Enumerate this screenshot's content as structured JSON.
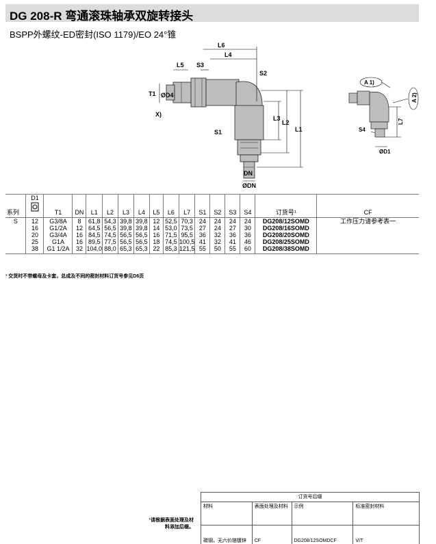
{
  "header": {
    "title": "DG 208-R  弯通滚珠轴承双旋转接头",
    "subtitle": "BSPP外螺纹-ED密封(ISO 1179)/EO 24°锥"
  },
  "drawing_labels": {
    "l6": "L6",
    "l5": "L5",
    "s3": "S3",
    "l4": "L4",
    "s2": "S2",
    "t1": "T1",
    "d4": "ØD4",
    "x": "X)",
    "s1": "S1",
    "l3": "L3",
    "l2": "L2",
    "l1": "L1",
    "dn": "DN",
    "odn": "ØDN"
  },
  "side_drawing_labels": {
    "a1": "A 1)",
    "a2": "A 2)",
    "l7": "L7",
    "s4": "S4",
    "d1": "ØD1"
  },
  "spec_table": {
    "headers": [
      "系列",
      "D1",
      "T1",
      "DN",
      "L1",
      "L2",
      "L3",
      "L4",
      "L5",
      "L6",
      "L7",
      "S1",
      "S2",
      "S3",
      "S4",
      "订货号¹",
      "CF"
    ],
    "rows": [
      [
        "S",
        "12",
        "G3/8A",
        "8",
        "61,8",
        "54,3",
        "39,8",
        "39,8",
        "12",
        "52,5",
        "70,3",
        "24",
        "24",
        "24",
        "24",
        "DG208/12SOMD",
        "工作压力请参考表一"
      ],
      [
        "",
        "16",
        "G1/2A",
        "12",
        "64,5",
        "56,5",
        "39,8",
        "39,8",
        "14",
        "53,0",
        "73,5",
        "27",
        "24",
        "27",
        "30",
        "DG208/16SOMD",
        ""
      ],
      [
        "",
        "20",
        "G3/4A",
        "16",
        "84,5",
        "74,5",
        "56,5",
        "56,5",
        "16",
        "71,5",
        "95,5",
        "36",
        "32",
        "36",
        "36",
        "DG208/20SOMD",
        ""
      ],
      [
        "",
        "25",
        "G1A",
        "16",
        "89,5",
        "77,5",
        "56,5",
        "56,5",
        "18",
        "74,5",
        "100,5",
        "41",
        "32",
        "41",
        "46",
        "DG208/25SOMD",
        ""
      ],
      [
        "",
        "38",
        "G1 1/2A",
        "32",
        "104,0",
        "88,0",
        "65,3",
        "65,3",
        "22",
        "85,3",
        "121,5",
        "55",
        "50",
        "55",
        "60",
        "DG208/38SOMD",
        ""
      ]
    ]
  },
  "footnote": "¹ 交货时不带螺母及卡套，总成及不同的密封材料订货号参见D6页",
  "side_note": "¹请根据表面处理及材料添加后缀。",
  "suffix_table": {
    "title": "订货号后缀",
    "columns": [
      "材料",
      "表面处理及材料",
      "示例",
      "标准密封材料"
    ],
    "row": [
      "碳钢，无六价铬镀锌",
      "CF",
      "DG208/12SOMDCF",
      "VIT"
    ]
  }
}
